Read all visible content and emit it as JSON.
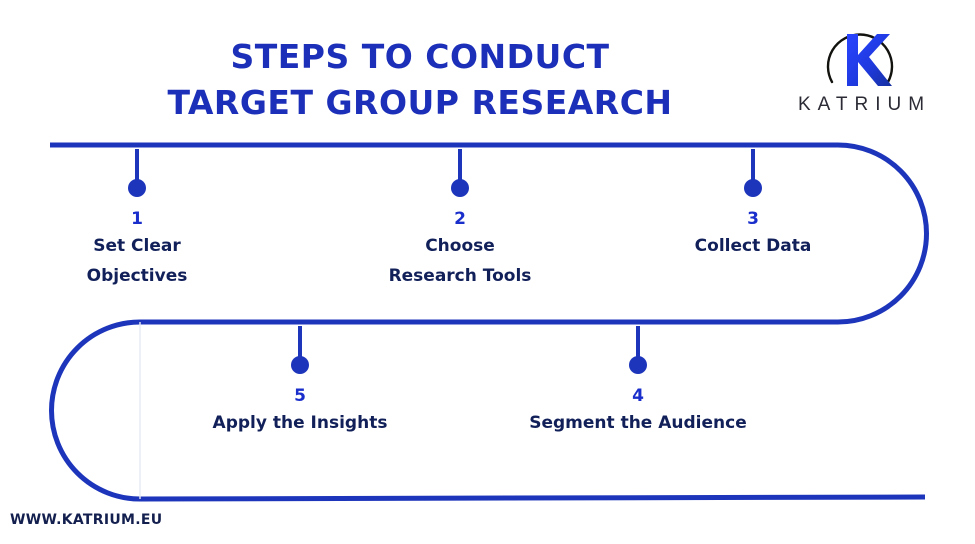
{
  "title": {
    "line1": "STEPS TO CONDUCT",
    "line2": "TARGET GROUP RESEARCH"
  },
  "logo": {
    "letter": "K",
    "wordmark": "KATRIUM"
  },
  "footer": {
    "url": "WWW.KATRIUM.EU"
  },
  "colors": {
    "title_blue": "#1c2fb8",
    "track_blue": "#1d35bb",
    "number_blue": "#1a2ecc",
    "label_navy": "#12205a",
    "logo_ring": "#12120f",
    "logo_letter": "#1f3ae0",
    "background": "#ffffff"
  },
  "steps": [
    {
      "number": "1",
      "label": "Set Clear\nObjectives"
    },
    {
      "number": "2",
      "label": "Choose\nResearch Tools"
    },
    {
      "number": "3",
      "label": "Collect Data"
    },
    {
      "number": "4",
      "label": "Segment the Audience"
    },
    {
      "number": "5",
      "label": "Apply the Insights"
    }
  ]
}
